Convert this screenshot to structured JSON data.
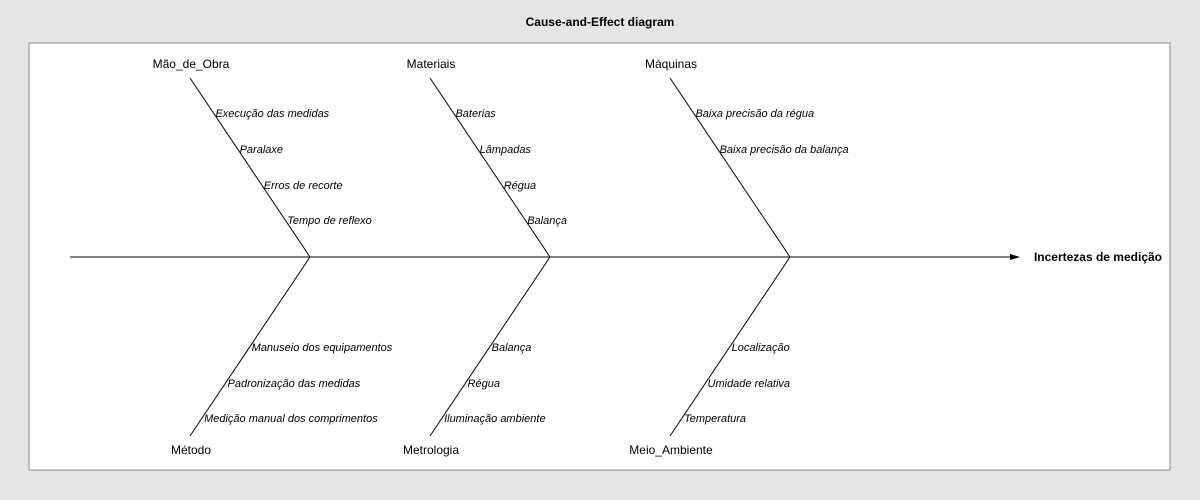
{
  "title": "Cause-and-Effect diagram",
  "effect": "Incertezas de medição",
  "top_branches": [
    {
      "label": "Mão_de_Obra",
      "causes": [
        "Execução das medidas",
        "Paralaxe",
        "Erros de recorte",
        "Tempo de reflexo"
      ]
    },
    {
      "label": "Materiais",
      "causes": [
        "Baterias",
        "Lâmpadas",
        "Régua",
        "Balança"
      ]
    },
    {
      "label": "Máquinas",
      "causes": [
        "Baixa precisão da régua",
        "Baixa precisão da balança"
      ]
    }
  ],
  "bottom_branches": [
    {
      "label": "Método",
      "causes": [
        "Manuseio dos equipamentos",
        "Padronização das medidas",
        "Medição manual dos comprimentos"
      ]
    },
    {
      "label": "Metrologia",
      "causes": [
        "Balança",
        "Régua",
        "Iluminação ambiente"
      ]
    },
    {
      "label": "Meio_Ambiente",
      "causes": [
        "Localização",
        "Umidade relativa",
        "Temperatura"
      ]
    }
  ],
  "colors": {
    "background": "#e5e5e5",
    "panel": "#ffffff",
    "line": "#000000"
  }
}
